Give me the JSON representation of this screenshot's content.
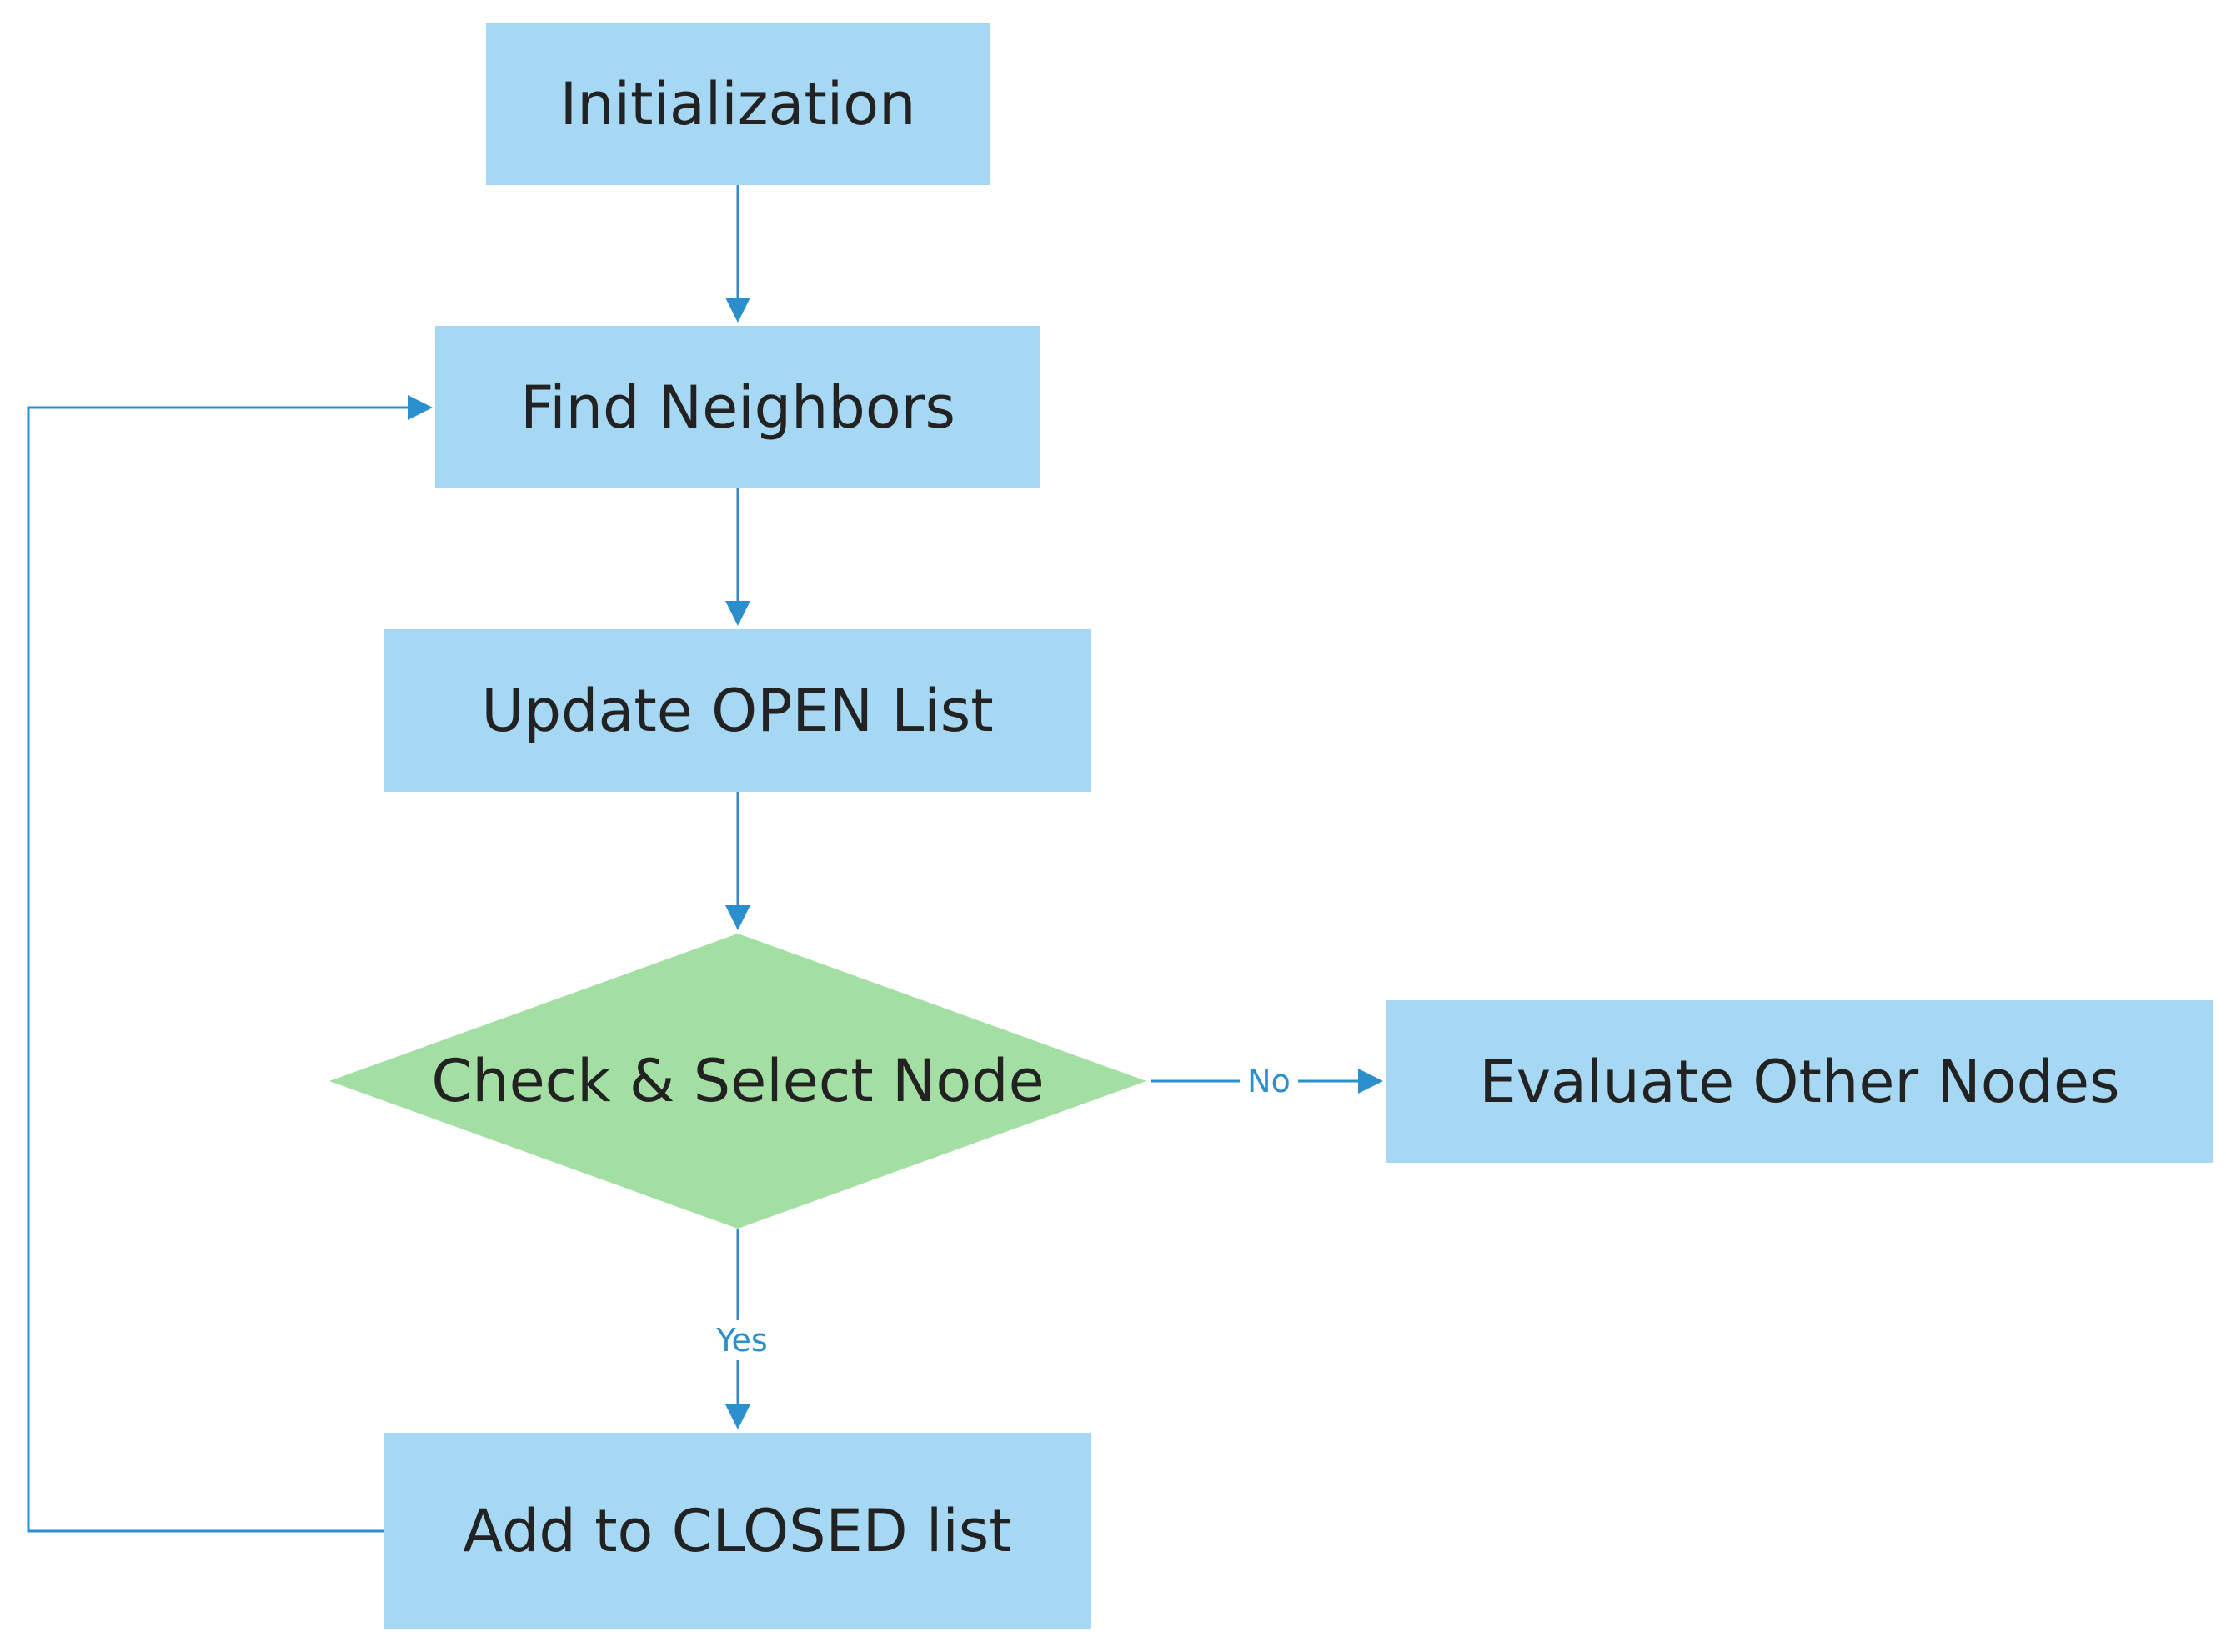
{
  "colors": {
    "process_fill": "#a6d8f3",
    "decision_fill": "#a3dea2",
    "connector": "#2a8fcc",
    "text": "#222222"
  },
  "nodes": {
    "initialization": "Initialization",
    "find_neighbors": "Find Neighbors",
    "update_open_list": "Update OPEN List",
    "check_select_node": "Check & Select Node",
    "evaluate_other_nodes": "Evaluate Other Nodes",
    "add_to_closed_list": "Add to CLOSED list"
  },
  "edges": {
    "no_label": "No",
    "yes_label": "Yes"
  }
}
